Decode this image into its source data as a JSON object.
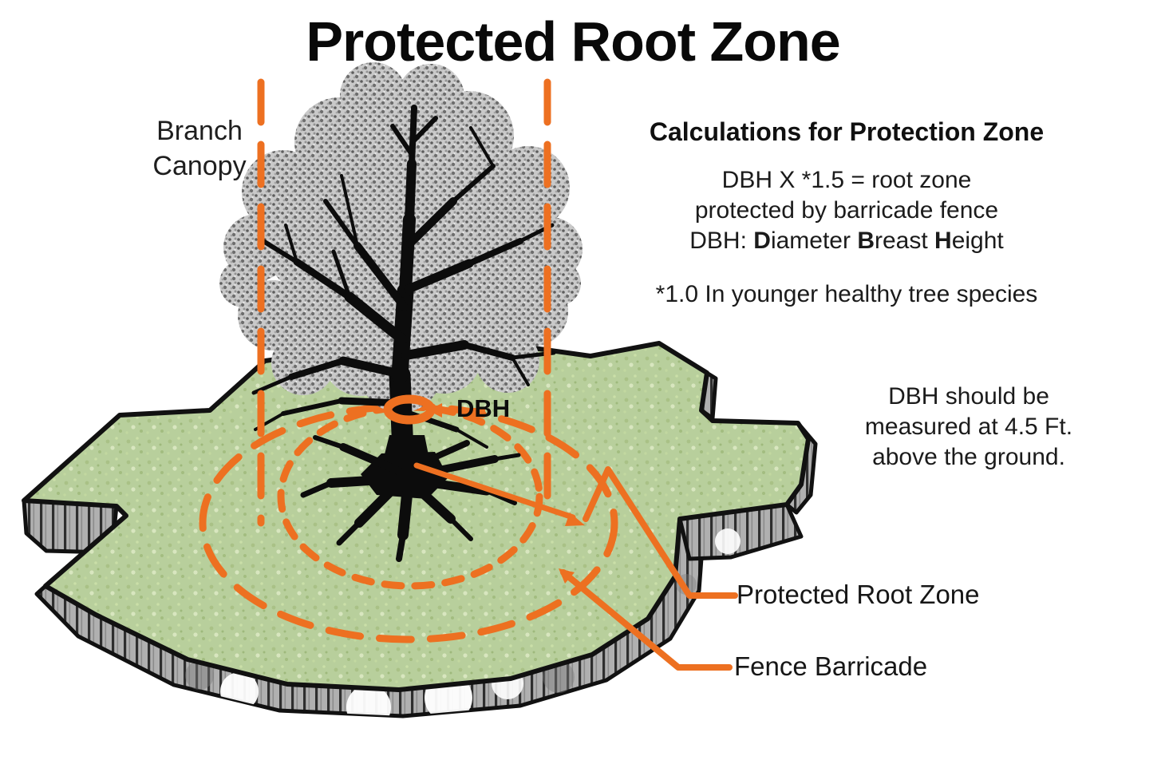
{
  "title": "Protected Root Zone",
  "tree_labels": {
    "branch_canopy_line1": "Branch",
    "branch_canopy_line2": "Canopy",
    "dbh": "DBH",
    "protected_root_zone": "Protected Root Zone",
    "fence_barricade": "Fence Barricade"
  },
  "calculations": {
    "heading": "Calculations for Protection Zone",
    "formula_line1": "DBH X *1.5 = root zone",
    "formula_line2": "protected by barricade fence",
    "dbh_definition": {
      "prefix": "DBH: ",
      "d": "D",
      "d_rest": "iameter ",
      "b": "B",
      "b_rest": "reast ",
      "h": "H",
      "h_rest": "eight"
    },
    "footnote": "*1.0 In younger healthy tree species"
  },
  "measurement_note": {
    "line1": "DBH should be",
    "line2": "measured at 4.5 Ft.",
    "line3": "above the ground."
  },
  "colors": {
    "accent_orange": "#ed7021",
    "grass_green": "#b8cf9c",
    "soil_band_gray": "#b0b0b0",
    "outline_black": "#111111",
    "text_black": "#1b1b1b"
  }
}
